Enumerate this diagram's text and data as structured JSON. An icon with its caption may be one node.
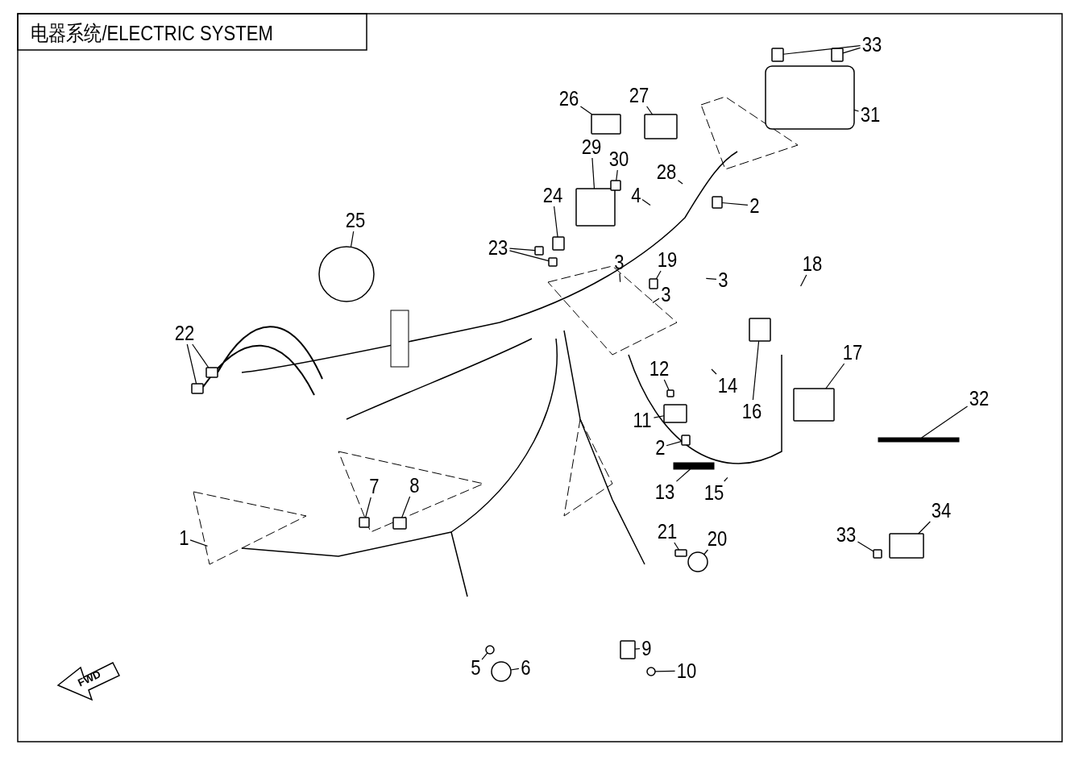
{
  "diagram": {
    "title": "电器系统/ELECTRIC SYSTEM",
    "nodes": [
      {
        "text": [
          "33"
        ]
      },
      {
        "text": [
          "26"
        ]
      },
      {
        "text": [
          "27"
        ]
      },
      {
        "text": [
          "31"
        ]
      },
      {
        "text": [
          "29"
        ]
      },
      {
        "text": [
          "30"
        ]
      },
      {
        "text": [
          "28"
        ]
      },
      {
        "text": [
          "24"
        ]
      },
      {
        "text": [
          "4"
        ]
      },
      {
        "text": [
          "2"
        ]
      },
      {
        "text": [
          "25"
        ]
      },
      {
        "text": [
          "23"
        ]
      },
      {
        "text": [
          "3"
        ]
      },
      {
        "text": [
          "19"
        ]
      },
      {
        "text": [
          "3"
        ]
      },
      {
        "text": [
          "3"
        ]
      },
      {
        "text": [
          "18"
        ]
      },
      {
        "text": [
          "22"
        ]
      },
      {
        "text": [
          "12"
        ]
      },
      {
        "text": [
          "17"
        ]
      },
      {
        "text": [
          "14"
        ]
      },
      {
        "text": [
          "16"
        ]
      },
      {
        "text": [
          "11"
        ]
      },
      {
        "text": [
          "32"
        ]
      },
      {
        "text": [
          "2"
        ]
      },
      {
        "text": [
          "13"
        ]
      },
      {
        "text": [
          "15"
        ]
      },
      {
        "text": [
          "7"
        ]
      },
      {
        "text": [
          "8"
        ]
      },
      {
        "text": [
          "1"
        ]
      },
      {
        "text": [
          "21"
        ]
      },
      {
        "text": [
          "20"
        ]
      },
      {
        "text": [
          "34"
        ]
      },
      {
        "text": [
          "33"
        ]
      },
      {
        "text": [
          "9"
        ]
      },
      {
        "text": [
          "10"
        ]
      },
      {
        "text": [
          "5"
        ]
      },
      {
        "text": [
          "6"
        ]
      },
      {
        "text": [],
        "shape": "box"
      },
      {
        "text": [],
        "shape": "box"
      },
      {
        "text": [],
        "shape": "box"
      },
      {
        "text": [],
        "shape": "box"
      },
      {
        "text": [],
        "shape": "box"
      },
      {
        "text": [],
        "shape": "box"
      },
      {
        "text": [],
        "shape": "box"
      },
      {
        "text": [],
        "shape": "box"
      },
      {
        "text": [],
        "shape": "box"
      },
      {
        "text": [],
        "shape": "circle"
      },
      {
        "text": [],
        "shape": "box"
      },
      {
        "text": [],
        "shape": "box"
      },
      {
        "text": [],
        "shape": "box"
      },
      {
        "text": [],
        "shape": "box"
      },
      {
        "text": [],
        "shape": "box"
      },
      {
        "text": [],
        "shape": "box"
      },
      {
        "text": [],
        "shape": "box"
      },
      {
        "text": [],
        "shape": "box"
      },
      {
        "text": [],
        "shape": "box"
      },
      {
        "text": [],
        "shape": "bar"
      },
      {
        "text": [],
        "shape": "box"
      },
      {
        "text": [],
        "shape": "bar"
      },
      {
        "text": [],
        "shape": "box"
      },
      {
        "text": [],
        "shape": "box"
      },
      {
        "text": [],
        "shape": "box"
      },
      {
        "text": [],
        "shape": "circle"
      },
      {
        "text": [],
        "shape": "box"
      },
      {
        "text": [],
        "shape": "box"
      },
      {
        "text": [],
        "shape": "box"
      },
      {
        "text": [],
        "shape": "circle"
      },
      {
        "text": [],
        "shape": "circle"
      },
      {
        "text": [],
        "shape": "circle"
      }
    ],
    "edges": [
      {
        "from": 0,
        "to": 38,
        "arrow": "none"
      },
      {
        "from": 0,
        "to": 39,
        "arrow": "none"
      },
      {
        "from": 1,
        "to": 40,
        "arrow": "none"
      },
      {
        "from": 2,
        "to": 41,
        "arrow": "none"
      },
      {
        "from": 3,
        "to": 42,
        "arrow": "none"
      },
      {
        "from": 4,
        "to": 43,
        "arrow": "none"
      },
      {
        "from": 5,
        "to": 44,
        "arrow": "none"
      },
      {
        "from": 6,
        "to": null,
        "arrow": "none"
      },
      {
        "from": 7,
        "to": 45,
        "arrow": "none"
      },
      {
        "from": 8,
        "to": null,
        "arrow": "none"
      },
      {
        "from": 9,
        "to": 46,
        "arrow": "none"
      },
      {
        "from": 10,
        "to": 47,
        "arrow": "none"
      },
      {
        "from": 11,
        "to": 48,
        "arrow": "none"
      },
      {
        "from": 11,
        "to": 49,
        "arrow": "none"
      },
      {
        "from": 12,
        "to": null,
        "arrow": "none"
      },
      {
        "from": 13,
        "to": 50,
        "arrow": "none"
      },
      {
        "from": 14,
        "to": null,
        "arrow": "none"
      },
      {
        "from": 15,
        "to": null,
        "arrow": "none"
      },
      {
        "from": 16,
        "to": null,
        "arrow": "none"
      },
      {
        "from": 17,
        "to": 51,
        "arrow": "none"
      },
      {
        "from": 17,
        "to": 52,
        "arrow": "none"
      },
      {
        "from": 18,
        "to": 54,
        "arrow": "none"
      },
      {
        "from": 19,
        "to": 55,
        "arrow": "none"
      },
      {
        "from": 20,
        "to": null,
        "arrow": "none"
      },
      {
        "from": 21,
        "to": 56,
        "arrow": "none"
      },
      {
        "from": 22,
        "to": 53,
        "arrow": "none"
      },
      {
        "from": 23,
        "to": 57,
        "arrow": "none"
      },
      {
        "from": 24,
        "to": 58,
        "arrow": "none"
      },
      {
        "from": 25,
        "to": 59,
        "arrow": "none"
      },
      {
        "from": 26,
        "to": null,
        "arrow": "none"
      },
      {
        "from": 27,
        "to": 60,
        "arrow": "none"
      },
      {
        "from": 28,
        "to": 61,
        "arrow": "none"
      },
      {
        "from": 29,
        "to": null,
        "arrow": "none"
      },
      {
        "from": 30,
        "to": 62,
        "arrow": "none"
      },
      {
        "from": 31,
        "to": 63,
        "arrow": "none"
      },
      {
        "from": 32,
        "to": 64,
        "arrow": "none"
      },
      {
        "from": 33,
        "to": 65,
        "arrow": "none"
      },
      {
        "from": 34,
        "to": 66,
        "arrow": "none"
      },
      {
        "from": 35,
        "to": 67,
        "arrow": "none"
      },
      {
        "from": 36,
        "to": 68,
        "arrow": "none"
      },
      {
        "from": 37,
        "to": 69,
        "arrow": "none"
      }
    ],
    "labels": [
      "FWD"
    ]
  }
}
